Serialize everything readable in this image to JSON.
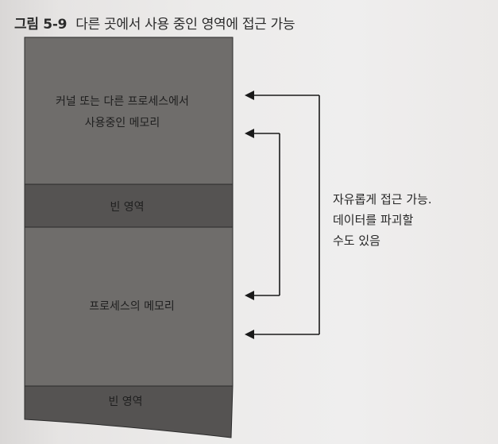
{
  "caption": {
    "figure_number": "그림 5-9",
    "title": "다른 곳에서 사용 중인 영역에 접근 가능"
  },
  "memory_blocks": [
    {
      "label_lines": [
        "커널 또는 다른 프로세스에서",
        "사용중인 메모리"
      ],
      "fill": "#6f6d6b"
    },
    {
      "label_lines": [
        "빈 영역"
      ],
      "fill": "#555352"
    },
    {
      "label_lines": [
        "프로세스의 메모리"
      ],
      "fill": "#6f6d6b"
    },
    {
      "label_lines": [
        "빈 영역"
      ],
      "fill": "#555352"
    }
  ],
  "note": {
    "lines": [
      "자유롭게 접근 가능.",
      "데이터를 파괴할",
      "수도 있음"
    ]
  },
  "colors": {
    "arrow": "#1a1a1a",
    "border": "#2b2b2b"
  }
}
